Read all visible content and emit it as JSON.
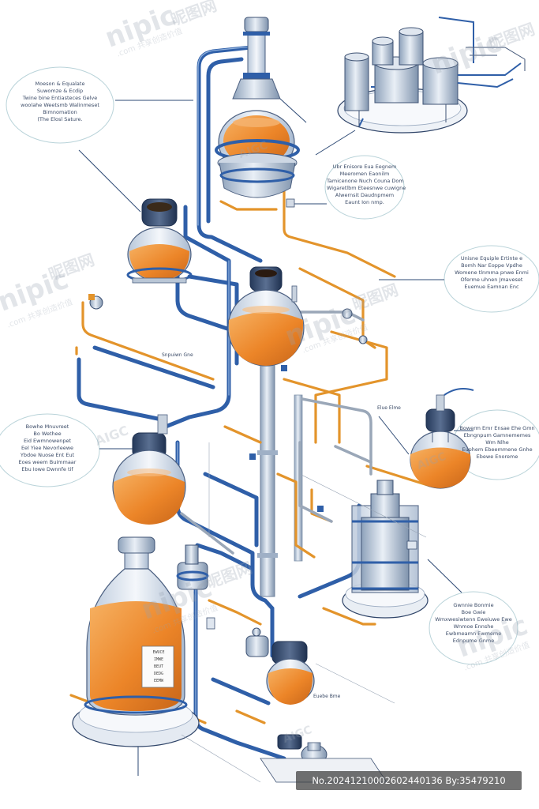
{
  "watermarks": {
    "brand": "nipic",
    "brand_cn": "昵图网",
    "brand_sub": ".com 共享创造价值",
    "aigc": "AIGC"
  },
  "callouts": [
    {
      "key": "top-left",
      "lines": [
        "Moeson & Equalate",
        "Suwomze & Ecdip",
        "Twine bine Entiasteces Gelve",
        "woolahe Weetsmb Walinmeset",
        "Bimnomation",
        "(The Elosl Sature."
      ]
    },
    {
      "key": "mid-right",
      "lines": [
        "Ubr Enisore Eua Eegnem",
        "Meeromen Eaonilm",
        "Tamicenone Nuch Couna Dom",
        "Wigaretlbm Eteesnwe cuwigne",
        "Alwernsit Daudnpmem",
        "Eaunt Ion nmp."
      ]
    },
    {
      "key": "far-right",
      "lines": [
        "Unisne Equiple Ertinte e",
        "Bomh Nar Eoppe Vpdhe",
        "Womene tlnmma pnwe Enmi",
        "Oferme uhnen Jmaveset",
        "Euemue Eamnan Enc"
      ]
    },
    {
      "key": "left-mid",
      "lines": [
        "Bowhe Mnuvreet",
        "Bo Wethee",
        "Eid Ewmnowenpet",
        "Eel Yiee Nevorleewe",
        "Ybdoe Nuose Ent Eut",
        "Eoes weem Buimmaar",
        "Ebu Iowe Dwnnfe tif"
      ]
    },
    {
      "key": "right-mid",
      "lines": [
        "Bowerm Emr Ensae Ehe Gmn",
        "Ebngnpum Gamnememes",
        "Wm Nlhe",
        "Euphem Ebeemmene Gnhe",
        "Ebewe Enoreme"
      ]
    },
    {
      "key": "bottom-right",
      "lines": [
        "Gwnnie Bonmie",
        "Boe Gwie",
        "Wmxwesiwtenn Eweiuwe Ewe",
        "Wnmoe Ennshe",
        "Ewbmeamn Ewmeme",
        "Ednpume Gnme"
      ]
    }
  ],
  "small_labels": {
    "pipe_label": "Snpuiwn Gne",
    "valve_label": "Elue Elme",
    "flask_label": "Euebe Bme"
  },
  "bottle_label": [
    "EWUCE",
    "IMWE",
    "BEUT",
    "DEDG",
    "EEMW"
  ],
  "footer_id": "No.20241210002602440136 By:35479210",
  "colors": {
    "pipe_blue": "#2f5fa8",
    "pipe_orange": "#e3942b",
    "liquid": "#ee8a2c",
    "glass": "#c9d6e6",
    "steel": "#b9c6d6"
  }
}
